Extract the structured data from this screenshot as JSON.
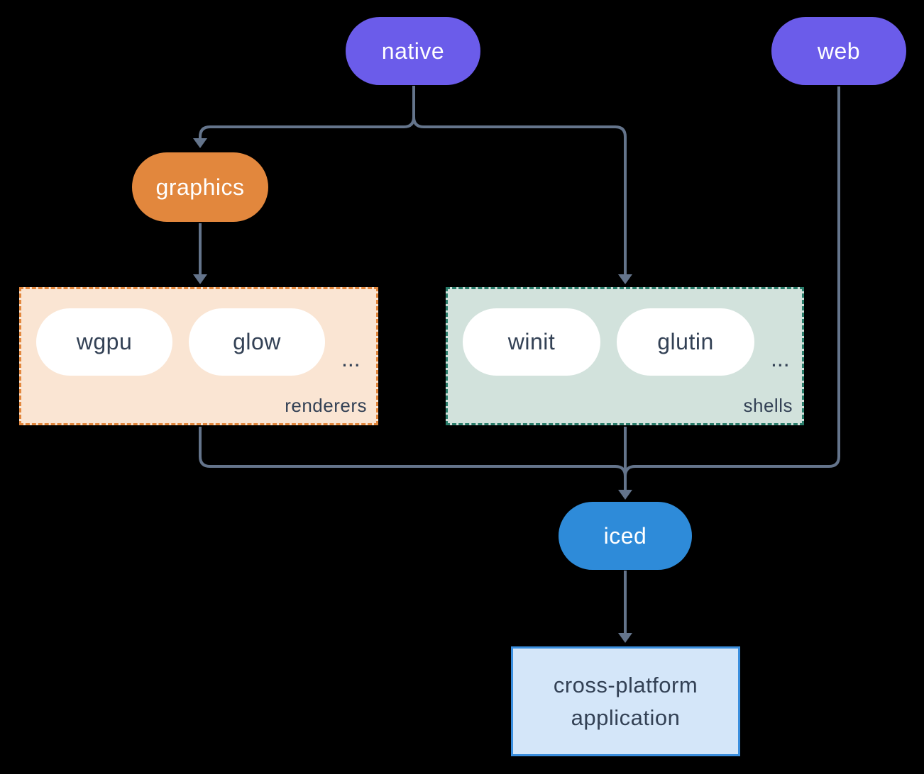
{
  "background_color": "#000000",
  "nodes": {
    "native": "native",
    "web": "web",
    "graphics": "graphics",
    "iced": "iced",
    "application": "cross-platform application"
  },
  "groups": {
    "renderers": {
      "label": "renderers",
      "items": [
        "wgpu",
        "glow"
      ],
      "more": "..."
    },
    "shells": {
      "label": "shells",
      "items": [
        "winit",
        "glutin"
      ],
      "more": "..."
    }
  },
  "colors": {
    "platform_node": "#6B5CEA",
    "graphics_node": "#E2873D",
    "iced_node": "#2E8BD9",
    "renderers_bg": "#FAE5D3",
    "renderers_border": "#E2873D",
    "shells_bg": "#D2E2DC",
    "shells_border": "#2A7D6B",
    "application_bg": "#D4E6F9",
    "application_border": "#3A8EDE",
    "white_pill_bg": "#FFFFFF",
    "connector": "#64748B",
    "dark_text": "#334155",
    "light_text": "#FFFFFF"
  }
}
